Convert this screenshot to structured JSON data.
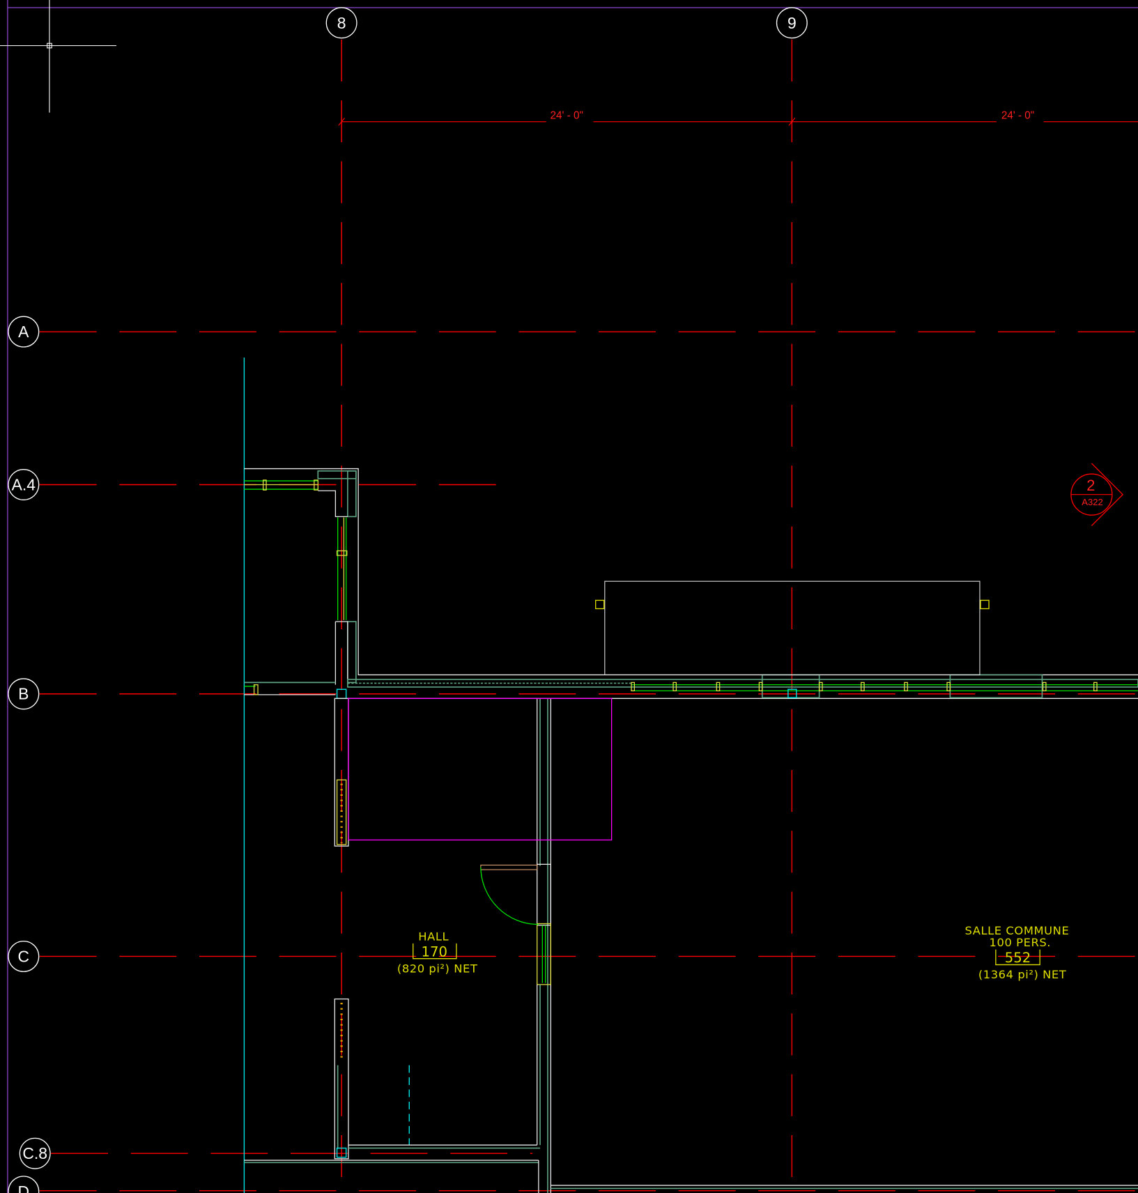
{
  "drawing": {
    "grid_columns": [
      {
        "label": "8"
      },
      {
        "label": "9"
      }
    ],
    "grid_rows": [
      {
        "label": "A"
      },
      {
        "label": "A.4"
      },
      {
        "label": "B"
      },
      {
        "label": "C"
      },
      {
        "label": "C.8"
      },
      {
        "label": "D"
      }
    ],
    "dimensions": [
      {
        "text": "24' - 0\""
      },
      {
        "text": "24' - 0\""
      }
    ],
    "section_marker": {
      "number": "2",
      "sheet": "A322"
    },
    "rooms": [
      {
        "name": "HALL",
        "occupancy": "",
        "number": "170",
        "area": "(820 pi²) NET"
      },
      {
        "name": "SALLE COMMUNE",
        "occupancy": "100 PERS.",
        "number": "552",
        "area": "(1364 pi²) NET"
      }
    ],
    "colors": {
      "grid": "#ff0000",
      "room_text": "#dcdc00",
      "border": "#8040c0",
      "cyan": "#00e0e0",
      "magenta": "#ff00ff"
    }
  }
}
